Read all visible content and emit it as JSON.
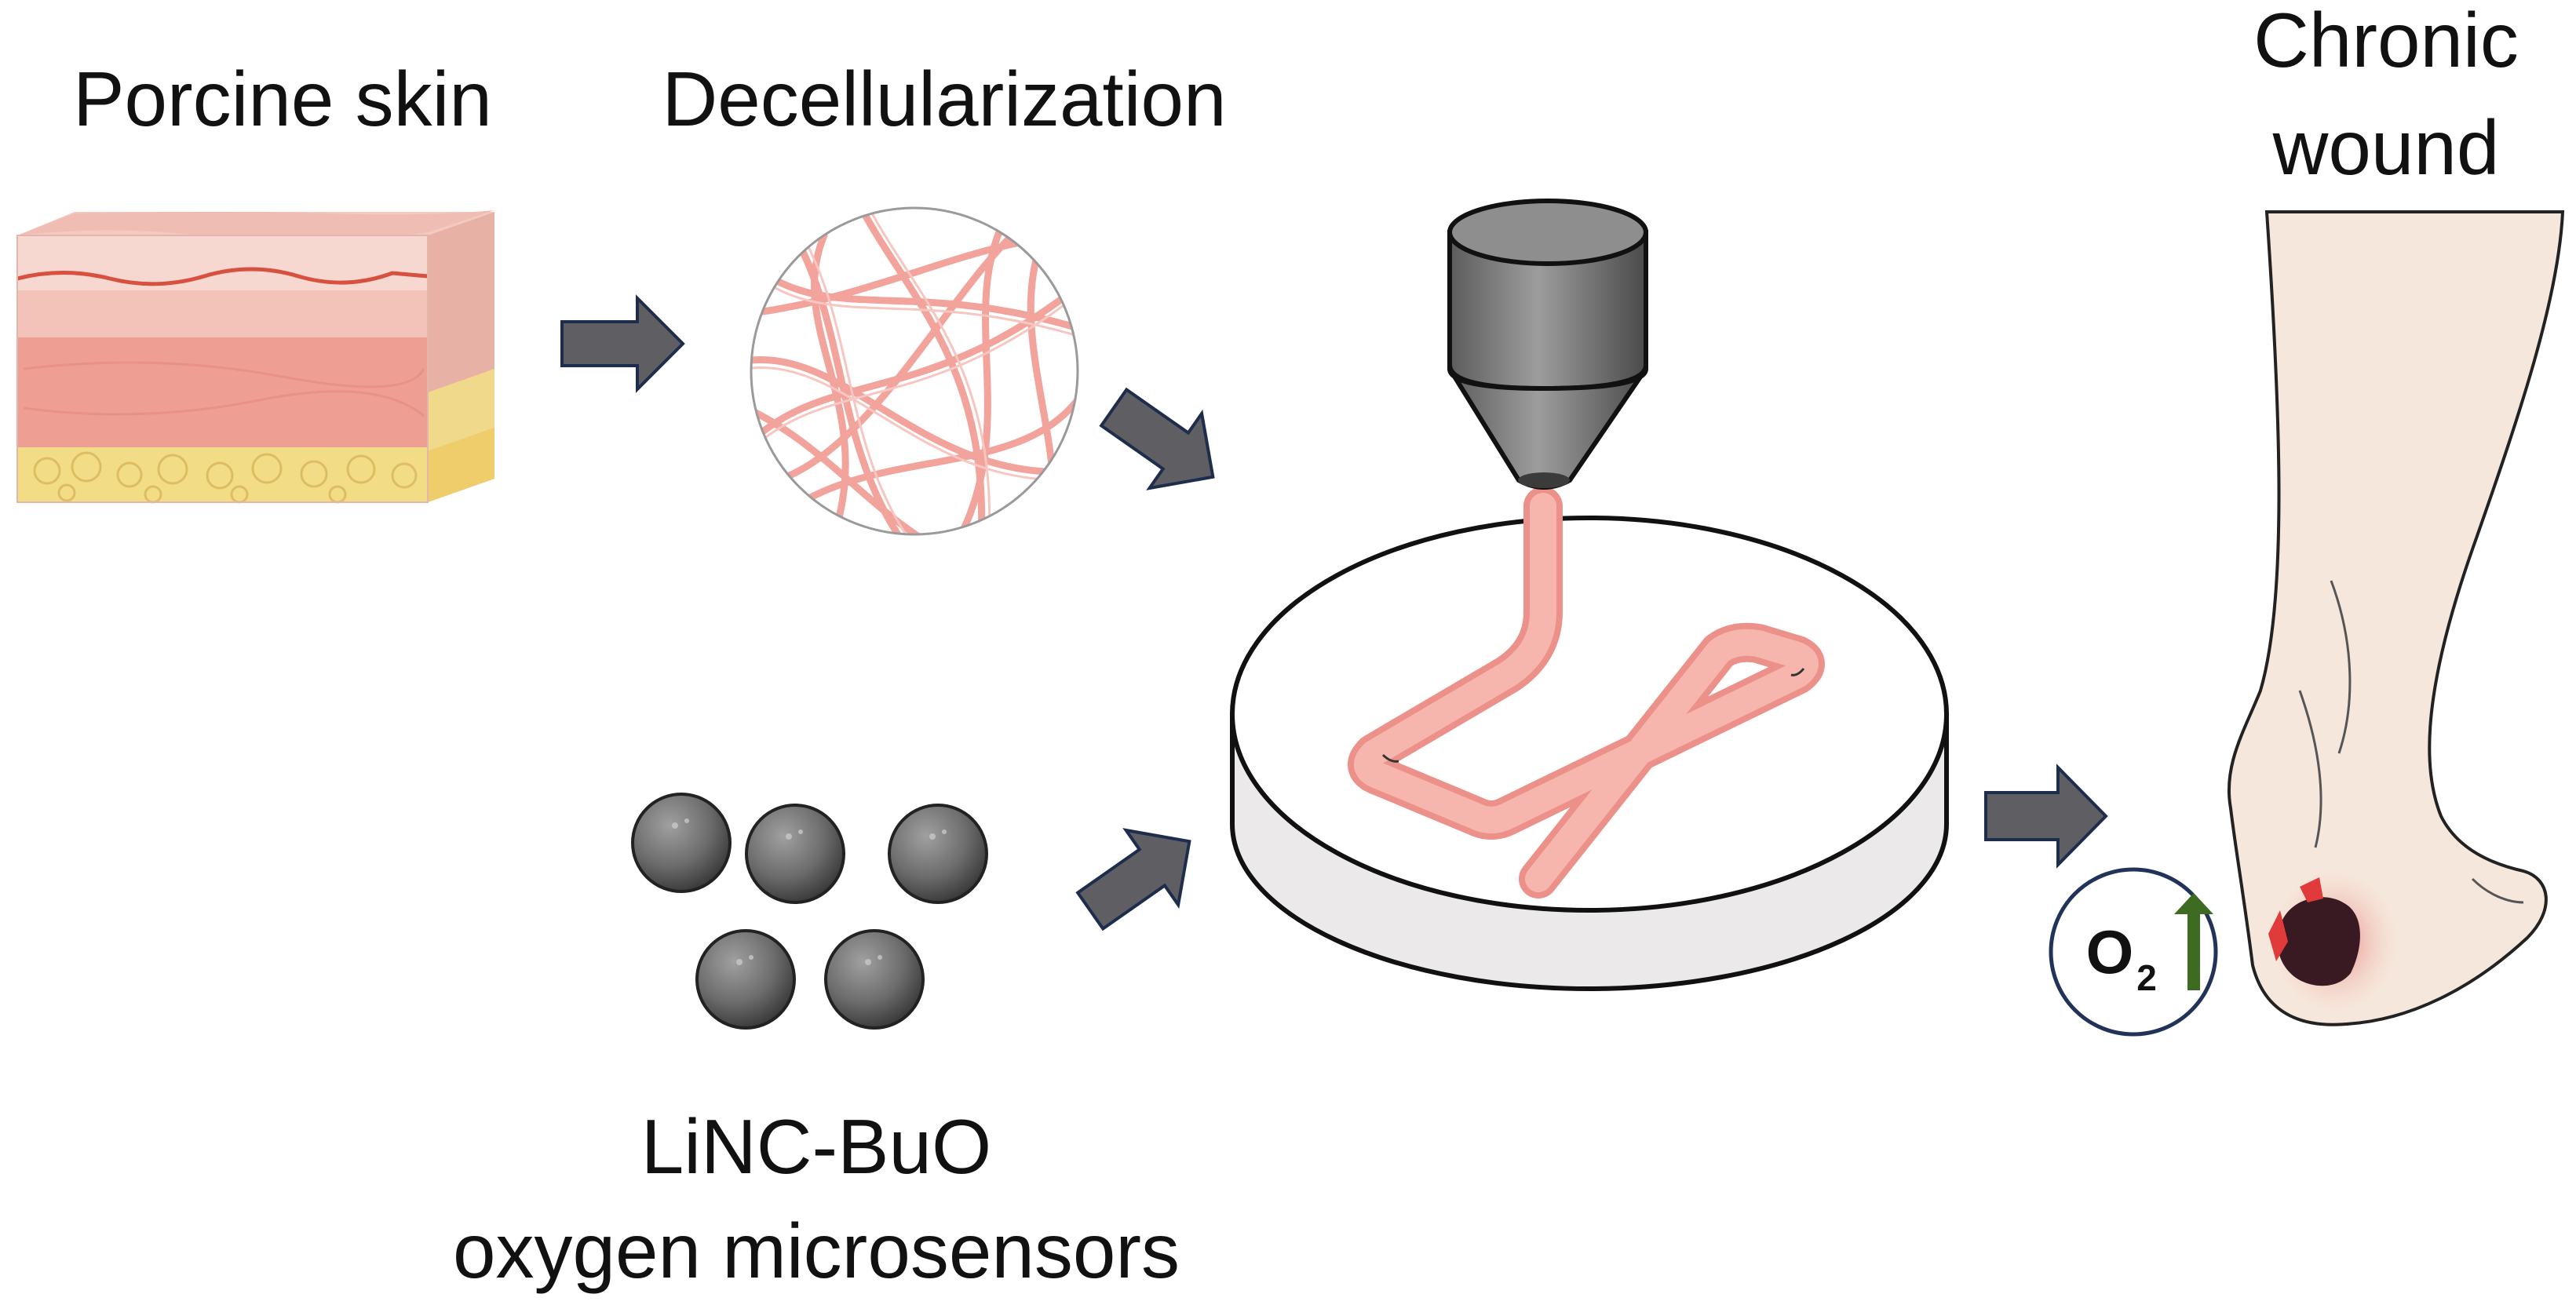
{
  "labels": {
    "porcine_skin": "Porcine skin",
    "decellularization": "Decellularization",
    "chronic_wound_line1": "Chronic",
    "chronic_wound_line2": "wound",
    "sensors_line1": "LiNC-BuO",
    "sensors_line2": "oxygen microsensors",
    "oxygen_badge_main": "O",
    "oxygen_badge_sub": "2"
  },
  "colors": {
    "arrow_fill": "#5f5f63",
    "arrow_stroke": "#1f2d4d",
    "printed_ink": "#f4aea6",
    "collagen_fiber": "#f2a49c",
    "sphere": "#6e6e6e",
    "oxygen_up_arrow": "#3d6b21",
    "badge_stroke": "#22335a",
    "wound_dark": "#3a1a22",
    "wound_red": "#e03a3a"
  },
  "icons": [
    "skin-cross-section-icon",
    "collagen-fiber-icon",
    "bioprinter-nozzle-icon",
    "print-dish-icon",
    "microsensor-sphere-icon",
    "foot-icon",
    "oxygen-up-arrow-icon"
  ]
}
